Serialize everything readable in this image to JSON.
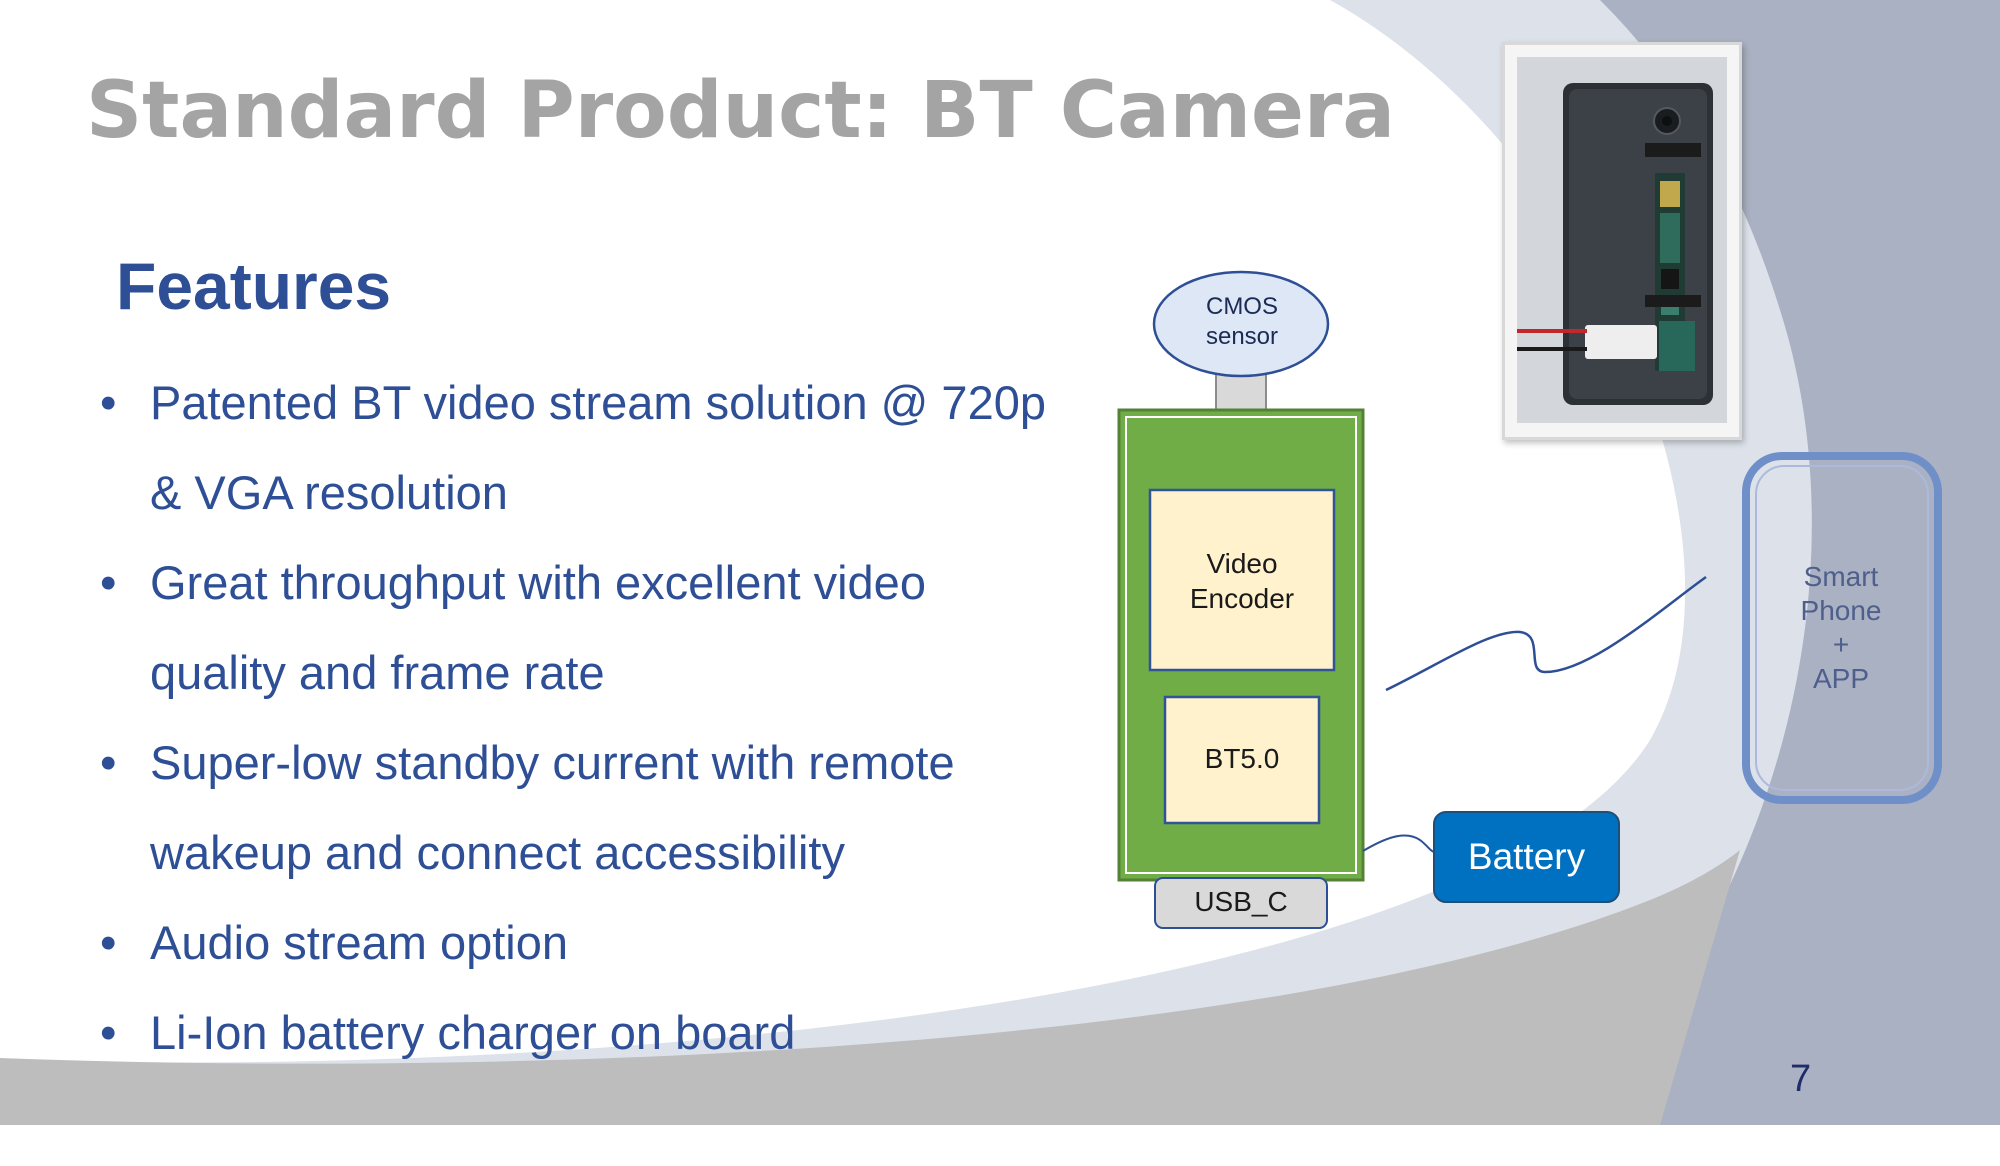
{
  "slide": {
    "title": "Standard Product: BT Camera",
    "section_heading": "Features",
    "bullets": [
      "Patented BT video stream solution @ 720p & VGA resolution",
      "Great throughput with excellent video quality and frame rate",
      "Super-low standby current with remote wakeup and connect accessibility",
      "Audio stream option",
      "Li-Ion battery charger on board"
    ],
    "page_number": "7"
  },
  "diagram": {
    "cmos_sensor": "CMOS\nsensor",
    "video_encoder": "Video\nEncoder",
    "bt_module": "BT5.0",
    "usb_port": "USB_C",
    "battery": "Battery",
    "smart_phone": "Smart\nPhone\n+\nAPP"
  },
  "colors": {
    "title": "#a4a4a4",
    "body_text": "#2e4f96",
    "board_green": "#70ad47",
    "chip_fill": "#fff2cc",
    "battery_blue": "#0070c0",
    "phone_outline": "#6f8fc9"
  }
}
